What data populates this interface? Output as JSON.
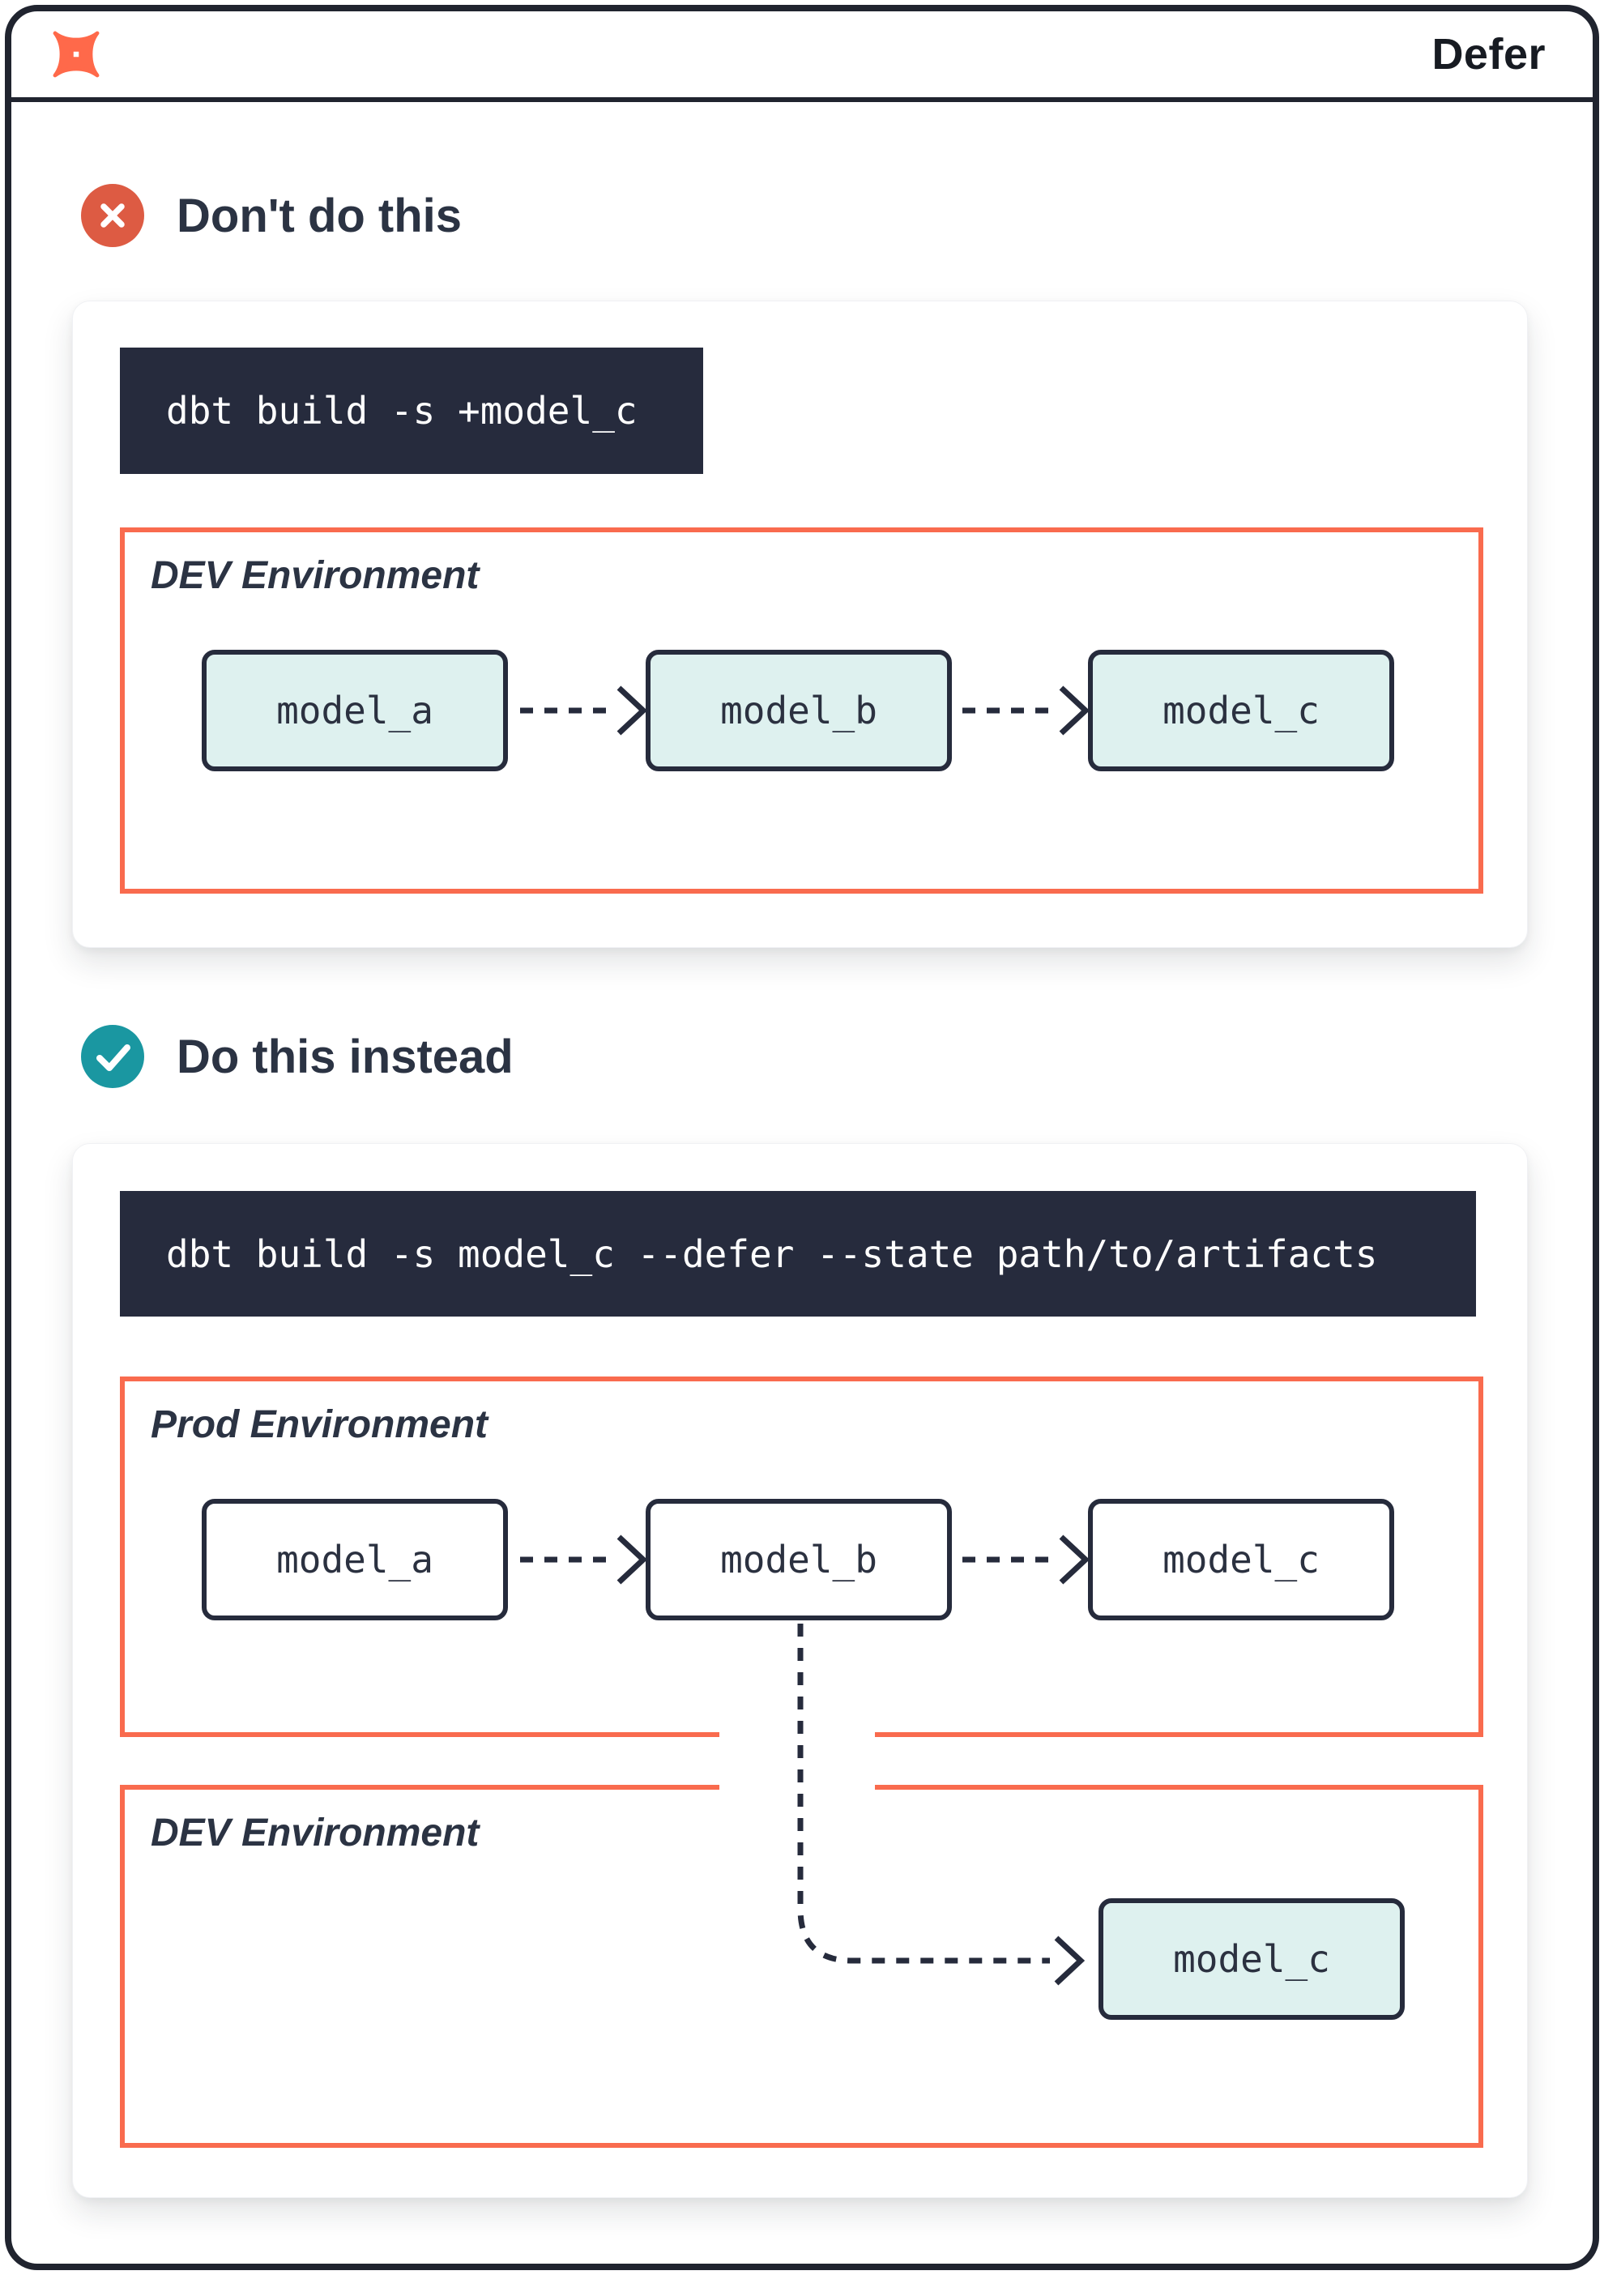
{
  "header": {
    "title": "Defer",
    "logo": "dbt"
  },
  "sections": [
    {
      "verdict": "dont",
      "heading": "Don't do this",
      "command": "dbt build -s +model_c",
      "environments": [
        {
          "label": "DEV Environment",
          "models": [
            "model_a",
            "model_b",
            "model_c"
          ],
          "model_style": "highlighted"
        }
      ]
    },
    {
      "verdict": "do",
      "heading": "Do this instead",
      "command": "dbt build -s model_c --defer --state path/to/artifacts",
      "environments": [
        {
          "label": "Prod Environment",
          "models": [
            "model_a",
            "model_b",
            "model_c"
          ],
          "model_style": "plain"
        },
        {
          "label": "DEV Environment",
          "models": [
            "model_c"
          ],
          "model_style": "highlighted"
        }
      ]
    }
  ],
  "colors": {
    "accent_orange": "#f96b4e",
    "logo_orange": "#ff694a",
    "error_red": "#dd5b43",
    "success_teal": "#1a97a1",
    "navy": "#262b3d",
    "model_fill_teal": "#def1ef",
    "frame_dark": "#20242f"
  }
}
